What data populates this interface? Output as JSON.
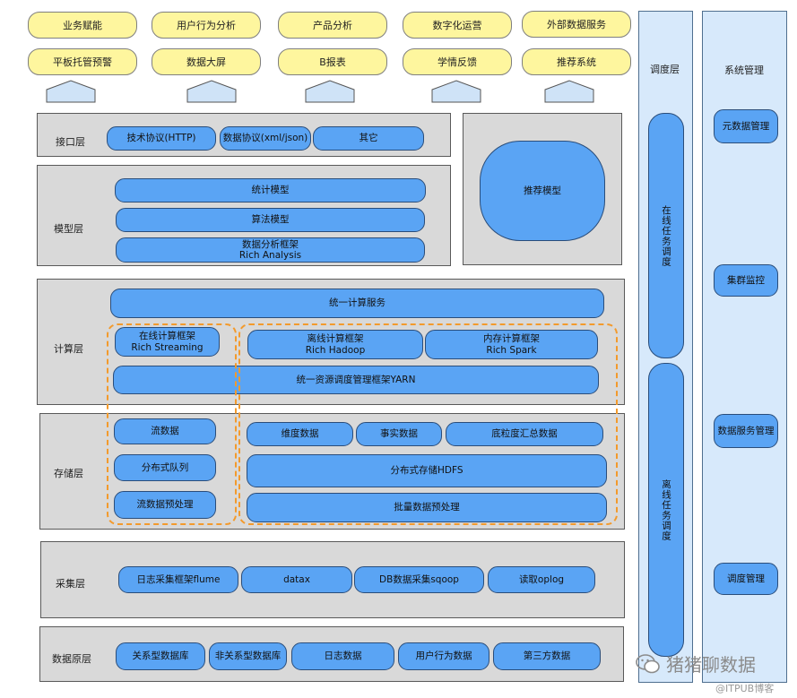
{
  "apps": {
    "row1": [
      "业务赋能",
      "用户行为分析",
      "产品分析",
      "数字化运营",
      "外部数据服务"
    ],
    "row2": [
      "平板托管预警",
      "数据大屏",
      "B报表",
      "学情反馈",
      "推荐系统"
    ]
  },
  "interface_layer": {
    "label": "接口层",
    "items": [
      "技术协议(HTTP)",
      "数据协议(xml/json)",
      "其它"
    ]
  },
  "recommend_model": "推荐模型",
  "model_layer": {
    "label": "模型层",
    "items": [
      "统计模型",
      "算法模型"
    ],
    "framework_line1": "数据分析框架",
    "framework_line2": "Rich Analysis"
  },
  "compute_layer": {
    "label": "计算层",
    "unified": "统一计算服务",
    "streaming_line1": "在线计算框架",
    "streaming_line2": "Rich Streaming",
    "hadoop_line1": "离线计算框架",
    "hadoop_line2": "Rich Hadoop",
    "spark_line1": "内存计算框架",
    "spark_line2": "Rich Spark",
    "yarn": "统一资源调度管理框架YARN"
  },
  "storage_layer": {
    "label": "存储层",
    "stream_items": [
      "流数据",
      "分布式队列",
      "流数据预处理"
    ],
    "batch_top": [
      "维度数据",
      "事实数据",
      "底粒度汇总数据"
    ],
    "hdfs": "分布式存储HDFS",
    "batch_pre": "批量数据预处理"
  },
  "collect_layer": {
    "label": "采集层",
    "items": [
      "日志采集框架flume",
      "datax",
      "DB数据采集sqoop",
      "读取oplog"
    ]
  },
  "source_layer": {
    "label": "数据原层",
    "items": [
      "关系型数据库",
      "非关系型数据库",
      "日志数据",
      "用户行为数据",
      "第三方数据"
    ]
  },
  "scheduler": {
    "title": "调度层",
    "online": "在线任务调度",
    "offline": "离线任务调度"
  },
  "system": {
    "title": "系统管理",
    "items": [
      "元数据管理",
      "集群监控",
      "数据服务管理",
      "调度管理"
    ]
  },
  "watermark": {
    "main": "猪猪聊数据",
    "sub": "@ITPUB博客"
  }
}
